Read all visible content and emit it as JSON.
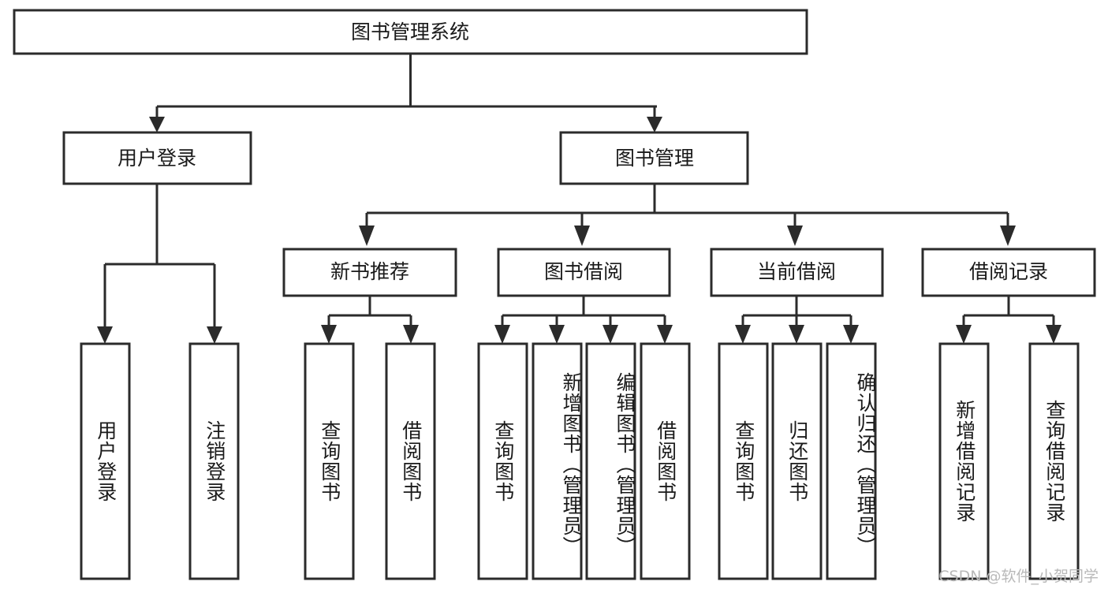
{
  "diagram": {
    "title": "图书管理系统",
    "type": "function-structure-tree",
    "watermark": "CSDN @软件_小贺同学",
    "root": {
      "id": "root",
      "label": "图书管理系统"
    },
    "level2": [
      {
        "id": "user-login",
        "label": "用户登录"
      },
      {
        "id": "book-manage",
        "label": "图书管理"
      }
    ],
    "level3": [
      {
        "id": "new-book-recommend",
        "label": "新书推荐",
        "parent": "book-manage"
      },
      {
        "id": "book-borrow",
        "label": "图书借阅",
        "parent": "book-manage"
      },
      {
        "id": "current-borrow",
        "label": "当前借阅",
        "parent": "book-manage"
      },
      {
        "id": "borrow-record",
        "label": "借阅记录",
        "parent": "book-manage"
      }
    ],
    "leaves": [
      {
        "id": "leaf-user-login",
        "label": "用户登录",
        "parent": "user-login"
      },
      {
        "id": "leaf-logout-login",
        "label": "注销登录",
        "parent": "user-login"
      },
      {
        "id": "leaf-query-book-1",
        "label": "查询图书",
        "parent": "new-book-recommend"
      },
      {
        "id": "leaf-borrow-book-1",
        "label": "借阅图书",
        "parent": "new-book-recommend"
      },
      {
        "id": "leaf-query-book-2",
        "label": "查询图书",
        "parent": "book-borrow"
      },
      {
        "id": "leaf-add-book",
        "label": "新增图书（管理员）",
        "parent": "book-borrow"
      },
      {
        "id": "leaf-edit-book",
        "label": "编辑图书（管理员）",
        "parent": "book-borrow"
      },
      {
        "id": "leaf-borrow-book-2",
        "label": "借阅图书",
        "parent": "book-borrow"
      },
      {
        "id": "leaf-query-book-3",
        "label": "查询图书",
        "parent": "current-borrow"
      },
      {
        "id": "leaf-return-book",
        "label": "归还图书",
        "parent": "current-borrow"
      },
      {
        "id": "leaf-confirm-return",
        "label": "确认归还（管理员）",
        "parent": "current-borrow"
      },
      {
        "id": "leaf-add-record",
        "label": "新增借阅记录",
        "parent": "borrow-record"
      },
      {
        "id": "leaf-query-record",
        "label": "查询借阅记录",
        "parent": "borrow-record"
      }
    ],
    "colors": {
      "box_stroke": "#2b2b2b",
      "box_fill": "#ffffff",
      "text": "#1a1a1a",
      "background": "#ffffff",
      "watermark": "#b9b9b9"
    }
  }
}
